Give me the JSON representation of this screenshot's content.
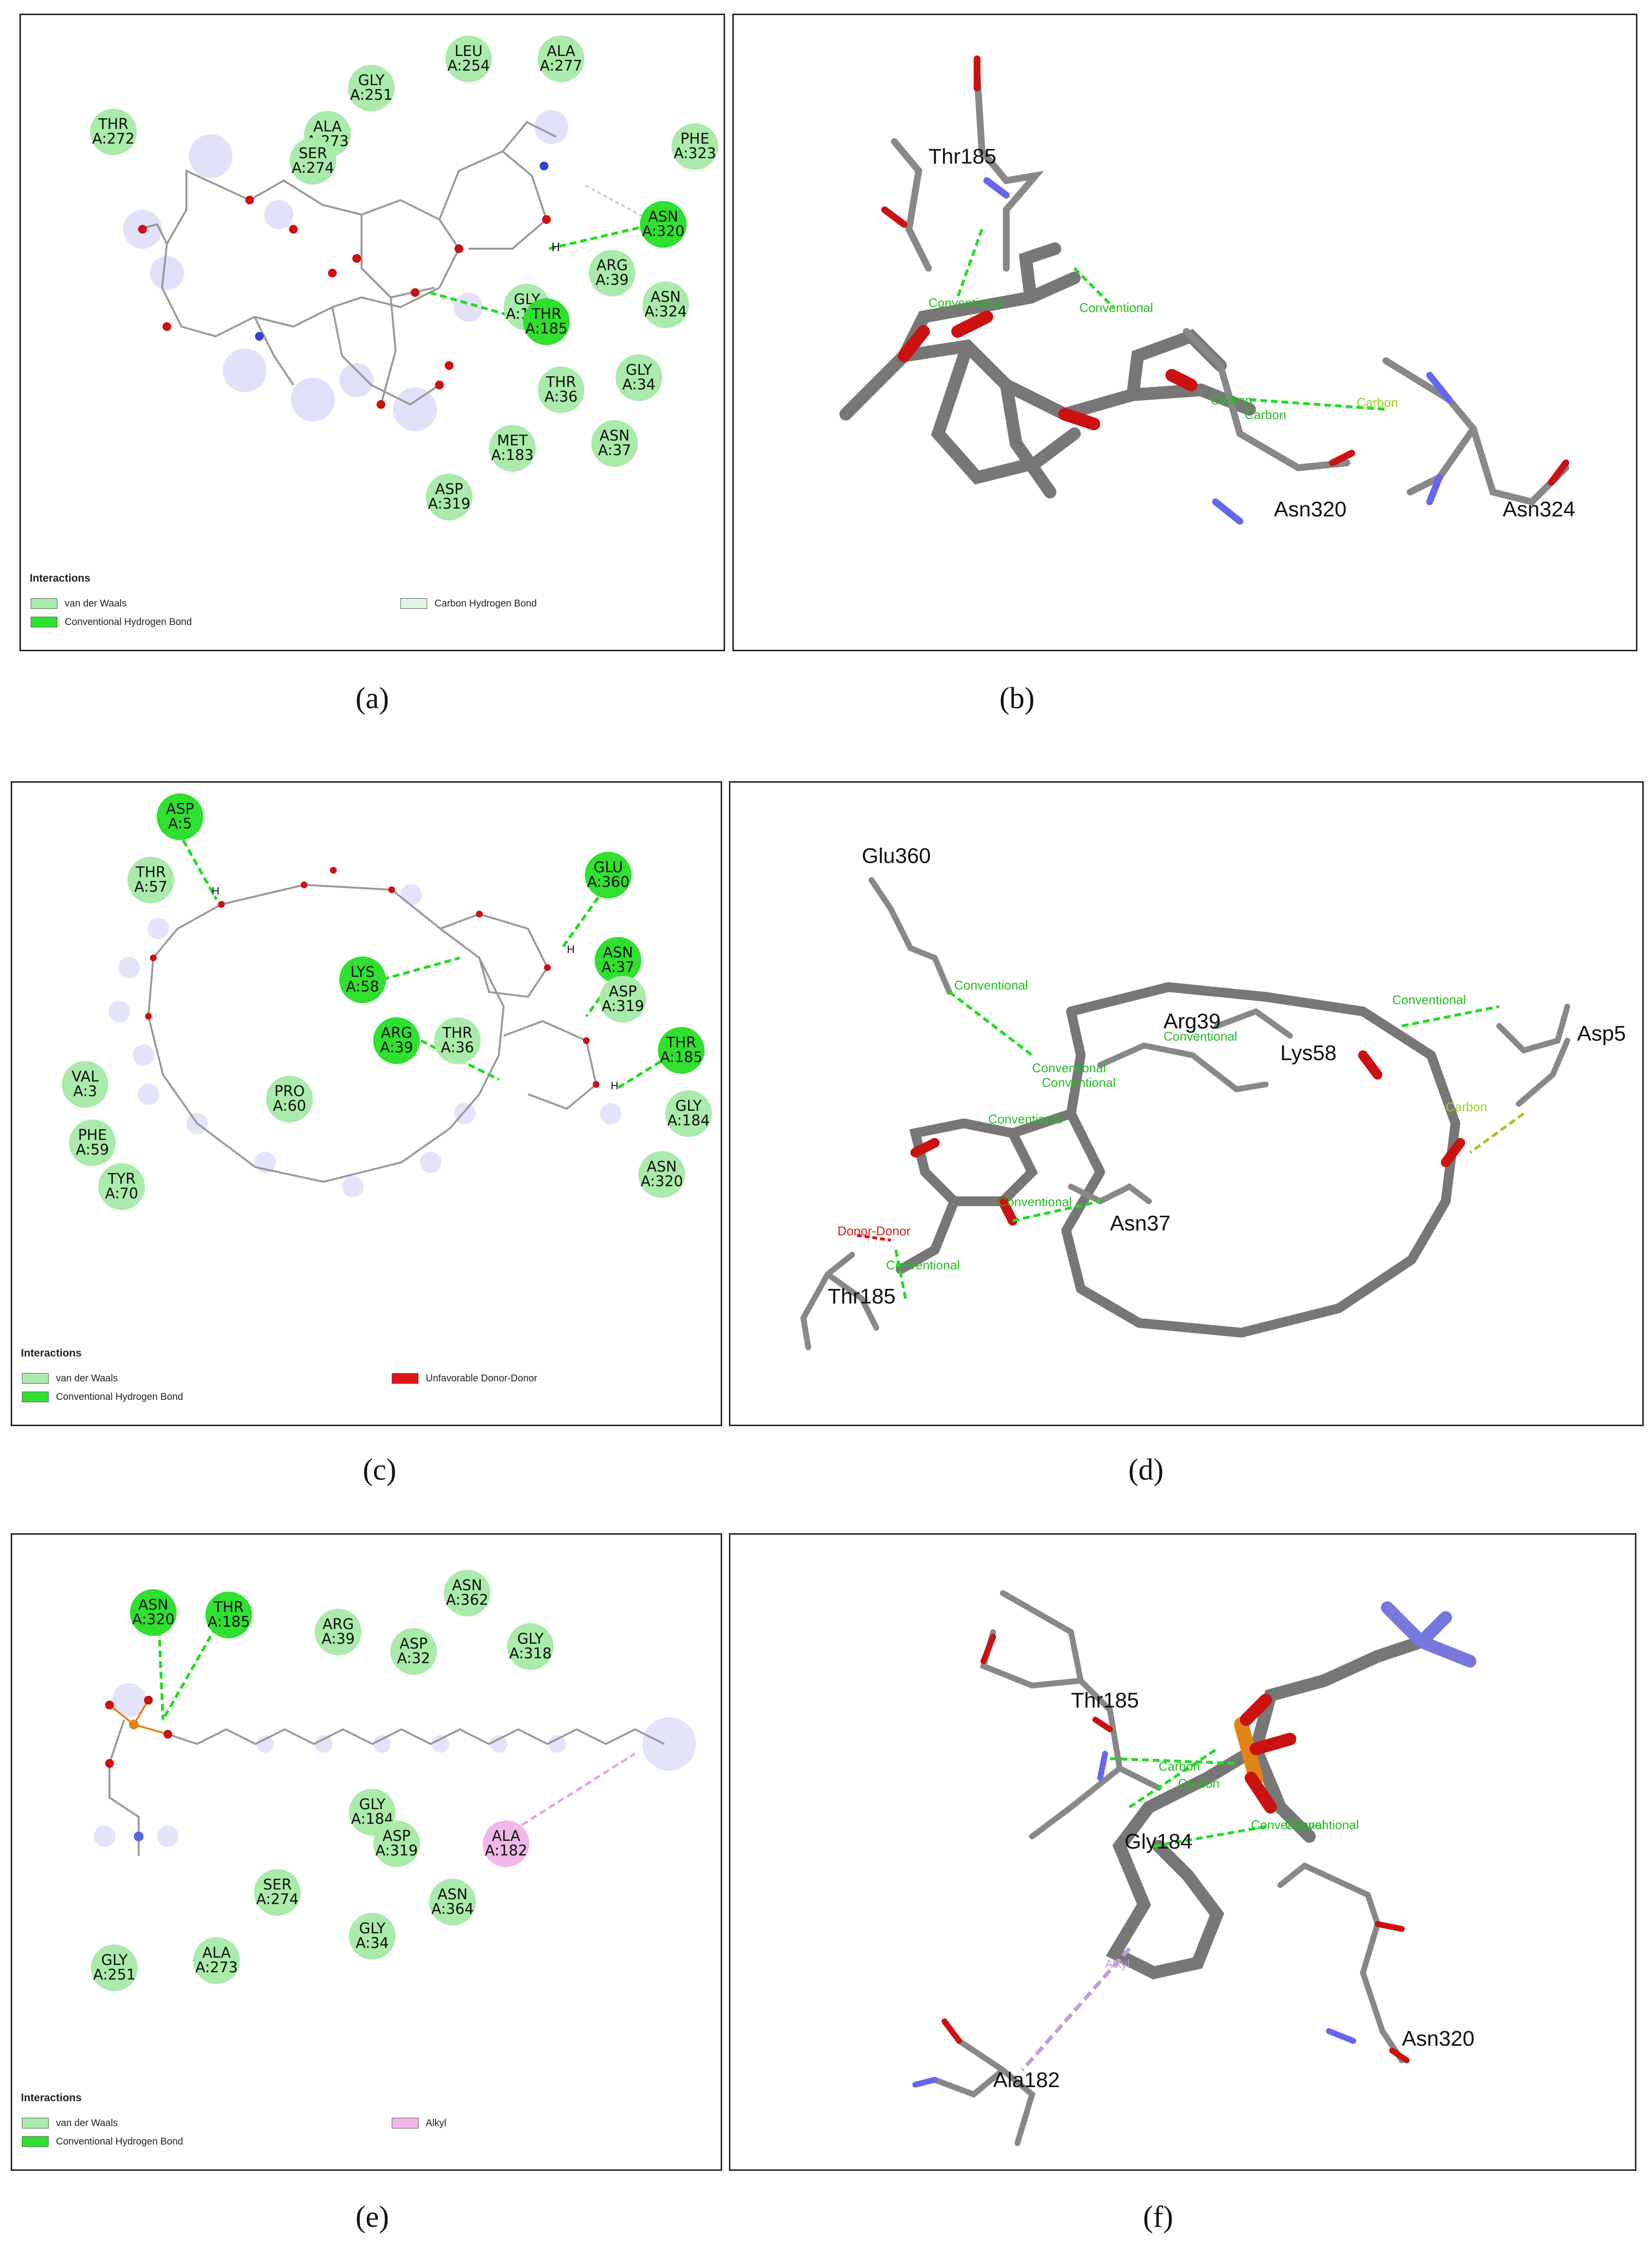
{
  "figure": {
    "captions": [
      "(a)",
      "(b)",
      "(c)",
      "(d)",
      "(e)",
      "(f)"
    ]
  },
  "colors": {
    "vdw": "#aaeaaa",
    "hbond": "#2fe02f",
    "carbon_hbond": "#dff5df",
    "donor_donor": "#e01616",
    "alkyl": "#f0b8e8",
    "stick": "#7a7a7a",
    "oxygen": "#cc1111",
    "nitrogen": "#7777ff",
    "phosphorus": "#e08418"
  },
  "panel_a": {
    "legend": {
      "title": "Interactions",
      "items": [
        "van der Waals",
        "Conventional Hydrogen Bond",
        "Carbon Hydrogen Bond"
      ]
    },
    "residues": [
      {
        "name": "THR",
        "id": "A:272",
        "kind": "vdw"
      },
      {
        "name": "GLY",
        "id": "A:251",
        "kind": "vdw"
      },
      {
        "name": "LEU",
        "id": "A:254",
        "kind": "vdw"
      },
      {
        "name": "ALA",
        "id": "A:277",
        "kind": "vdw"
      },
      {
        "name": "ALA",
        "id": "A:273",
        "kind": "vdw"
      },
      {
        "name": "SER",
        "id": "A:274",
        "kind": "vdw"
      },
      {
        "name": "PHE",
        "id": "A:323",
        "kind": "vdw"
      },
      {
        "name": "ASN",
        "id": "A:320",
        "kind": "hbond"
      },
      {
        "name": "ARG",
        "id": "A:39",
        "kind": "vdw"
      },
      {
        "name": "GLY",
        "id": "A:184",
        "kind": "vdw"
      },
      {
        "name": "THR",
        "id": "A:185",
        "kind": "hbond"
      },
      {
        "name": "ASN",
        "id": "A:324",
        "kind": "vdw"
      },
      {
        "name": "THR",
        "id": "A:36",
        "kind": "vdw"
      },
      {
        "name": "GLY",
        "id": "A:34",
        "kind": "vdw"
      },
      {
        "name": "MET",
        "id": "A:183",
        "kind": "vdw"
      },
      {
        "name": "ASN",
        "id": "A:37",
        "kind": "vdw"
      },
      {
        "name": "ASP",
        "id": "A:319",
        "kind": "vdw"
      }
    ],
    "atom_labels": [
      "H"
    ]
  },
  "panel_b": {
    "labels": [
      "Thr185",
      "Asn320",
      "Asn324"
    ],
    "bond_labels": [
      "Conventional",
      "Conventional",
      "Carbon",
      "Carbon",
      "Carbon"
    ]
  },
  "panel_c": {
    "legend": {
      "title": "Interactions",
      "items": [
        "van der Waals",
        "Conventional Hydrogen Bond",
        "Unfavorable Donor-Donor"
      ]
    },
    "residues": [
      {
        "name": "ASP",
        "id": "A:5",
        "kind": "hbond"
      },
      {
        "name": "THR",
        "id": "A:57",
        "kind": "vdw"
      },
      {
        "name": "GLU",
        "id": "A:360",
        "kind": "hbond"
      },
      {
        "name": "ASN",
        "id": "A:37",
        "kind": "hbond"
      },
      {
        "name": "LYS",
        "id": "A:58",
        "kind": "hbond"
      },
      {
        "name": "ASP",
        "id": "A:319",
        "kind": "vdw"
      },
      {
        "name": "ARG",
        "id": "A:39",
        "kind": "hbond"
      },
      {
        "name": "THR",
        "id": "A:36",
        "kind": "vdw"
      },
      {
        "name": "THR",
        "id": "A:185",
        "kind": "hbond"
      },
      {
        "name": "VAL",
        "id": "A:3",
        "kind": "vdw"
      },
      {
        "name": "PRO",
        "id": "A:60",
        "kind": "vdw"
      },
      {
        "name": "GLY",
        "id": "A:184",
        "kind": "vdw"
      },
      {
        "name": "PHE",
        "id": "A:59",
        "kind": "vdw"
      },
      {
        "name": "ASN",
        "id": "A:320",
        "kind": "vdw"
      },
      {
        "name": "TYR",
        "id": "A:70",
        "kind": "vdw"
      }
    ],
    "atom_labels": [
      "H",
      "H",
      "H"
    ]
  },
  "panel_d": {
    "labels": [
      "Glu360",
      "Arg39",
      "Lys58",
      "Asp5",
      "Asn37",
      "Thr185"
    ],
    "bond_labels": [
      "Conventional",
      "Conventional",
      "Conventional",
      "Conventional",
      "Conventional",
      "Conventional",
      "Conventional",
      "Carbon",
      "Donor-Donor",
      "Conventional"
    ]
  },
  "panel_e": {
    "legend": {
      "title": "Interactions",
      "items": [
        "van der Waals",
        "Conventional Hydrogen Bond",
        "Alkyl"
      ]
    },
    "residues": [
      {
        "name": "ASN",
        "id": "A:320",
        "kind": "hbond"
      },
      {
        "name": "THR",
        "id": "A:185",
        "kind": "hbond"
      },
      {
        "name": "ARG",
        "id": "A:39",
        "kind": "vdw"
      },
      {
        "name": "ASP",
        "id": "A:32",
        "kind": "vdw"
      },
      {
        "name": "ASN",
        "id": "A:362",
        "kind": "vdw"
      },
      {
        "name": "GLY",
        "id": "A:318",
        "kind": "vdw"
      },
      {
        "name": "GLY",
        "id": "A:184",
        "kind": "vdw"
      },
      {
        "name": "ASP",
        "id": "A:319",
        "kind": "vdw"
      },
      {
        "name": "ALA",
        "id": "A:182",
        "kind": "alkyl"
      },
      {
        "name": "SER",
        "id": "A:274",
        "kind": "vdw"
      },
      {
        "name": "ASN",
        "id": "A:364",
        "kind": "vdw"
      },
      {
        "name": "GLY",
        "id": "A:34",
        "kind": "vdw"
      },
      {
        "name": "GLY",
        "id": "A:251",
        "kind": "vdw"
      },
      {
        "name": "ALA",
        "id": "A:273",
        "kind": "vdw"
      }
    ]
  },
  "panel_f": {
    "labels": [
      "Thr185",
      "Gly184",
      "Asn320",
      "Ala182"
    ],
    "bond_labels": [
      "Carbon",
      "Carbon",
      "Conventional",
      "Conventional",
      "Alkyl"
    ]
  }
}
